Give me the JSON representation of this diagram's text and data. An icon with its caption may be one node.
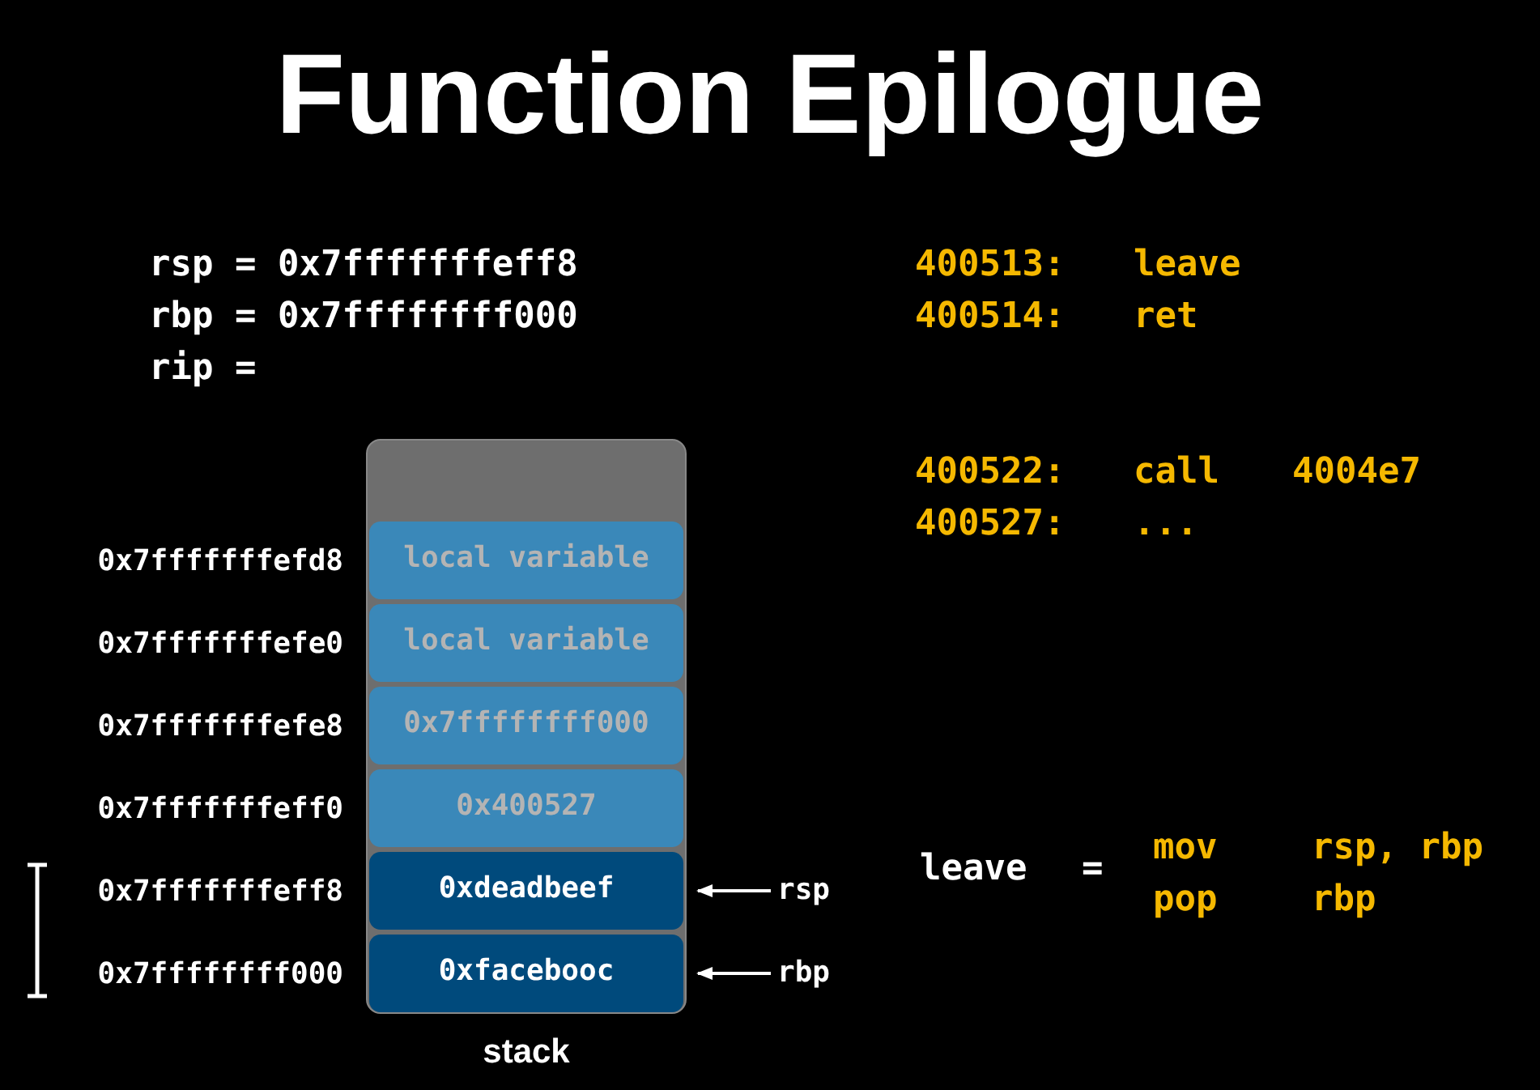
{
  "diagram": {
    "title": "Function Epilogue",
    "nodes": [
      {
        "text": [
          "stack"
        ]
      },
      {
        "text": [
          "local variable"
        ],
        "in": 0
      },
      {
        "text": [
          "local variable"
        ],
        "in": 0
      },
      {
        "text": [
          "0x7ffffffff000"
        ],
        "in": 0
      },
      {
        "text": [
          "0x400527"
        ],
        "in": 0
      },
      {
        "text": [
          "0xdeadbeef"
        ],
        "in": 0
      },
      {
        "text": [
          "0xfacebooc"
        ],
        "in": 0
      },
      {
        "text": [
          "rsp"
        ]
      },
      {
        "text": [
          "rbp"
        ]
      }
    ],
    "edges": [
      {
        "from": 7,
        "to": 5,
        "arrow": "to"
      },
      {
        "from": 8,
        "to": 6,
        "arrow": "to"
      }
    ],
    "labels": [
      "rsp = 0x7fffffffeff8",
      "rbp = 0x7ffffffff000",
      "rip =",
      "400513:",
      "leave",
      "400514:",
      "ret",
      "400522:",
      "call",
      "4004e7",
      "400527:",
      "...",
      "0x7fffffffefd8",
      "0x7fffffffefe0",
      "0x7fffffffefe8",
      "0x7fffffffeff0",
      "0x7fffffffeff8",
      "0x7ffffffff000",
      "leave",
      "=",
      "mov",
      "rsp, rbp",
      "pop",
      "rbp"
    ]
  }
}
